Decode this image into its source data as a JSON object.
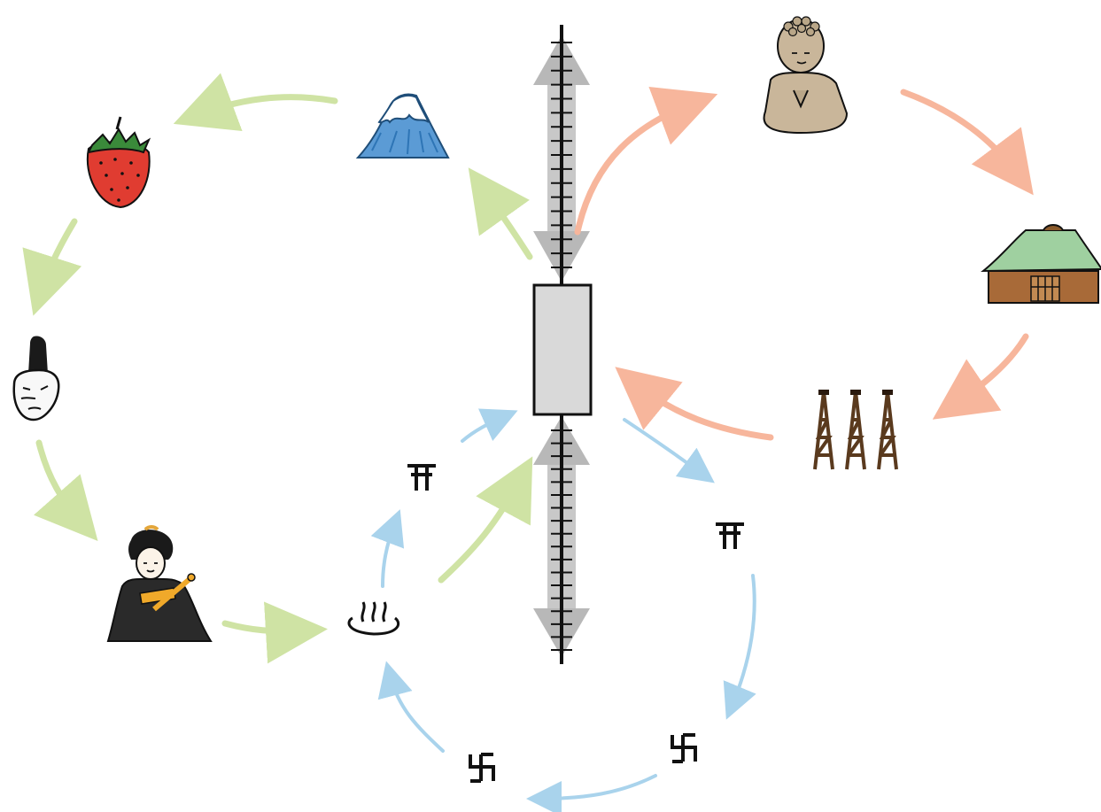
{
  "diagram": {
    "type": "cycle-diagram",
    "axis": {
      "tick_count_upper": 17,
      "tick_count_lower": 18
    },
    "colors": {
      "green": "#cfe3a4",
      "salmon": "#f7b69c",
      "blue": "#a9d3ec",
      "axis": "#111111",
      "axis_fill": "#b8b8b8",
      "box_fill": "#d9d9d9"
    },
    "icons": [
      "mount-fuji-icon",
      "strawberry-icon",
      "noh-mask-icon",
      "geisha-icon",
      "hot-spring-icon",
      "buddha-statue-icon",
      "temple-roof-icon",
      "oil-derrick-icon",
      "shrine-map-symbol",
      "temple-map-symbol"
    ],
    "symbols": {
      "shrine": "⛩",
      "temple": "卍",
      "hot_spring": "♨"
    }
  }
}
